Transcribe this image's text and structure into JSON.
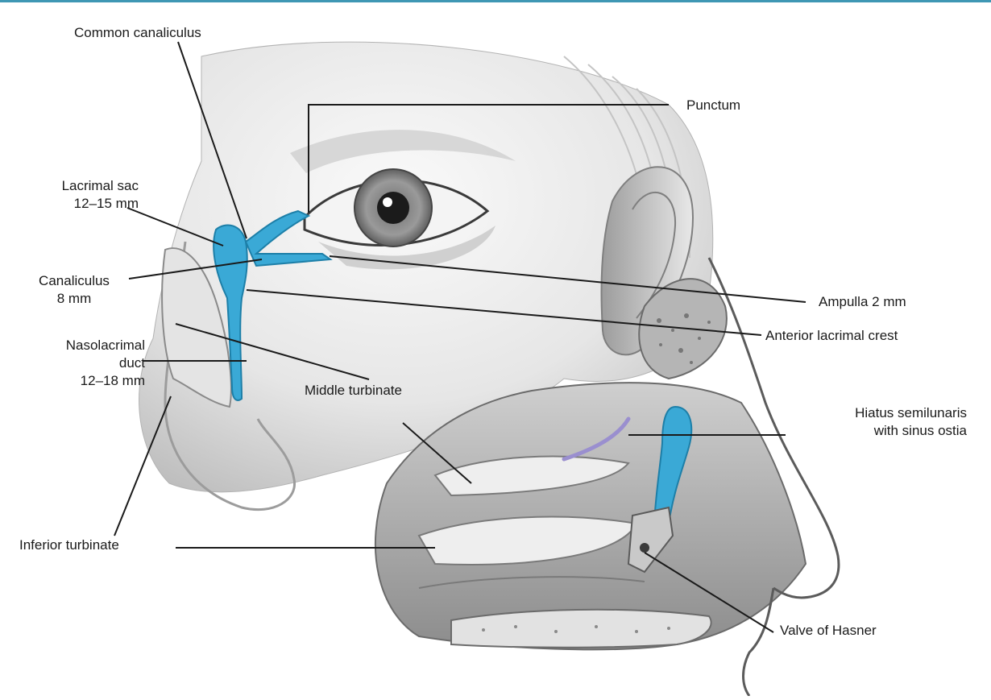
{
  "colors": {
    "top_rule": "#3f97b4",
    "duct_fill": "#3aa9d6",
    "duct_stroke": "#1d7fa8",
    "leader_line": "#1a1a1a",
    "skin_light": "#f2f2f2",
    "skin_mid": "#d6d6d6",
    "skin_dark": "#8f8f8f",
    "bone_speckle": "#777777",
    "ostia_purple": "#9a8fcf"
  },
  "labels": {
    "common_canaliculus": "Common canaliculus",
    "punctum": "Punctum",
    "lacrimal_sac": [
      "Lacrimal sac",
      "12–15 mm"
    ],
    "canaliculus": [
      "Canaliculus",
      "8 mm"
    ],
    "nasolacrimal_duct": [
      "Nasolacrimal",
      "duct",
      "12–18 mm"
    ],
    "middle_turbinate": "Middle turbinate",
    "ampulla": "Ampulla 2 mm",
    "anterior_lacrimal_crest": "Anterior lacrimal crest",
    "hiatus_semilunaris": [
      "Hiatus semilunaris",
      "with sinus ostia"
    ],
    "inferior_turbinate": "Inferior turbinate",
    "valve_of_hasner": "Valve of Hasner"
  }
}
